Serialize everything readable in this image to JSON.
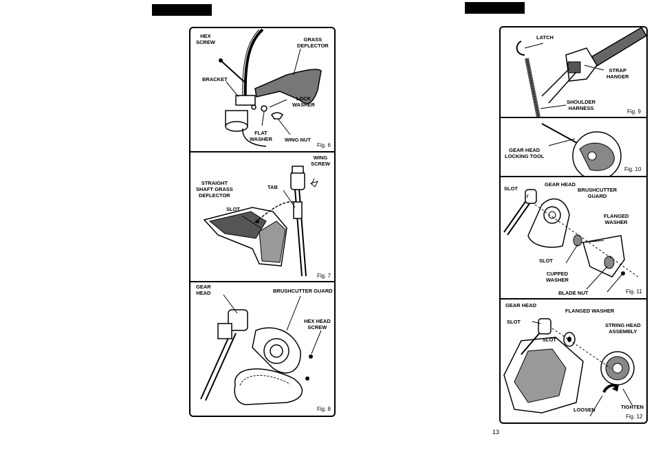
{
  "left_panel": {
    "fig6": {
      "caption": "Fig. 6",
      "labels": {
        "hex_screw": "HEX\nSCREW",
        "grass_deflector": "GRASS\nDEFLECTOR",
        "bracket": "BRACKET",
        "lock_washer": "LOCK\nWASHER",
        "flat_washer": "FLAT\nWASHER",
        "wing_nut": "WING NUT"
      }
    },
    "fig7": {
      "caption": "Fig. 7",
      "labels": {
        "wing_screw": "WING\nSCREW",
        "straight_shaft_deflector": "STRAIGHT\nSHAFT GRASS\nDEFLECTOR",
        "tab": "TAB",
        "slot": "SLOT"
      }
    },
    "fig8": {
      "caption": "Fig. 8",
      "labels": {
        "gear_head": "GEAR\nHEAD",
        "brushcutter_guard": "BRUSHCUTTER GUARD",
        "hex_head_screw": "HEX HEAD\nSCREW"
      }
    }
  },
  "right_panel": {
    "fig9": {
      "caption": "Fig. 9",
      "labels": {
        "latch": "LATCH",
        "strap_hanger": "STRAP\nHANGER",
        "shoulder_harness": "SHOULDER\nHARNESS"
      }
    },
    "fig10": {
      "caption": "Fig. 10",
      "labels": {
        "gear_head_locking_tool": "GEAR HEAD\nLOCKING TOOL"
      }
    },
    "fig11": {
      "caption": "Fig. 11",
      "labels": {
        "slot_top": "SLOT",
        "gear_head": "GEAR HEAD",
        "brushcutter_guard": "BRUSHCUTTER\nGUARD",
        "flanged_washer": "FLANGED\nWASHER",
        "slot_bottom": "SLOT",
        "cupped_washer": "CUPPED\nWASHER",
        "blade_nut": "BLADE NUT"
      }
    },
    "fig12": {
      "caption": "Fig. 12",
      "labels": {
        "gear_head": "GEAR HEAD",
        "flanged_washer": "FLANGED WASHER",
        "slot_left": "SLOT",
        "string_head_assembly": "STRING HEAD\nASSEMBLY",
        "slot_mid": "SLOT",
        "loosen": "LOOSEN",
        "tighten": "TIGHTEN"
      }
    }
  },
  "page_number": "13"
}
